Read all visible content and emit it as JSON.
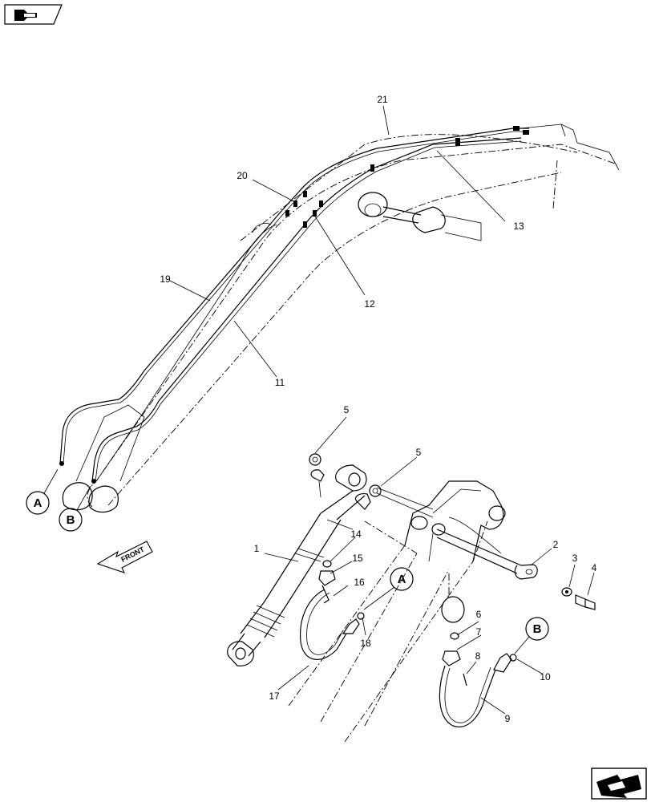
{
  "nav": {
    "top_left_icon": "book-arrow-icon",
    "bottom_right_icon": "next-page-arrow-icon"
  },
  "diagram": {
    "refs": {
      "a": "A",
      "b": "B"
    },
    "front_label": "FRONT",
    "callouts": [
      "1",
      "2",
      "3",
      "4",
      "5",
      "5",
      "6",
      "7",
      "8",
      "9",
      "10",
      "11",
      "12",
      "13",
      "14",
      "15",
      "16",
      "17",
      "18",
      "19",
      "20",
      "21"
    ]
  }
}
